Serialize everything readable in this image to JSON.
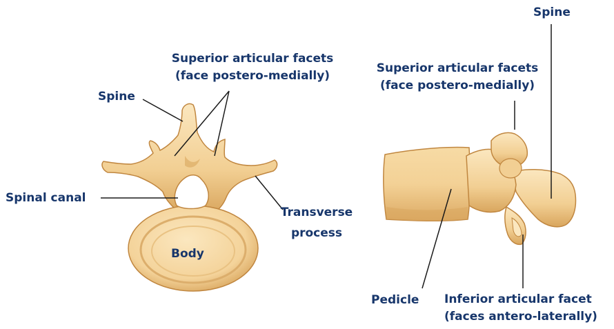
{
  "figure": {
    "palette": {
      "label_text": "#17366b",
      "bone_fill": "#f4d39a",
      "bone_light": "#fbe7bf",
      "bone_shadow": "#cf9a52",
      "bone_outline": "#c0863f",
      "leader_line": "#1a1a1a"
    },
    "top_view": {
      "superior_facets_line1": "Superior articular facets",
      "superior_facets_line2": "(face postero-medially)",
      "spine": "Spine",
      "spinal_canal": "Spinal canal",
      "transverse_line1": "Transverse",
      "transverse_line2": "process",
      "body": "Body"
    },
    "lateral_view": {
      "spine": "Spine",
      "superior_facets_line1": "Superior articular facets",
      "superior_facets_line2": "(face postero-medially)",
      "pedicle": "Pedicle",
      "inferior_facet_line1": "Inferior articular facet",
      "inferior_facet_line2": "(faces antero-laterally)"
    }
  }
}
